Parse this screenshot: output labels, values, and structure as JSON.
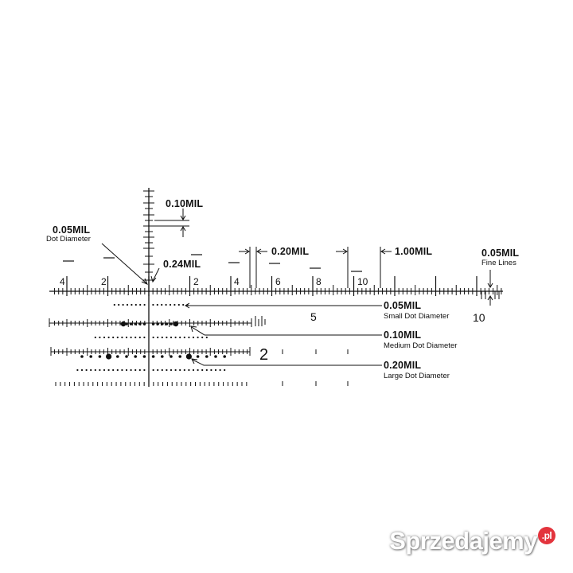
{
  "labels": {
    "vert_spacing": "0.10MIL",
    "dot_diameter_title": "0.05MIL",
    "dot_diameter_sub": "Dot Diameter",
    "post_width": "0.24MIL",
    "hash_spacing": "0.20MIL",
    "bracket_spacing": "1.00MIL",
    "fine_lines_title": "0.05MIL",
    "fine_lines_sub": "Fine Lines",
    "small_dot_title": "0.05MIL",
    "small_dot_sub": "Small Dot Diameter",
    "medium_dot_title": "0.10MIL",
    "medium_dot_sub": "Medium Dot Diameter",
    "large_dot_title": "0.20MIL",
    "large_dot_sub": "Large Dot Diameter"
  },
  "scale_numbers": {
    "left_4": "4",
    "left_2": "2",
    "right_2": "2",
    "right_4": "4",
    "right_6": "6",
    "right_8": "8",
    "right_10": "10"
  },
  "other_numbers": {
    "five": "5",
    "ten": "10",
    "two": "2"
  },
  "watermark": {
    "text": "Sprzedajemy",
    "suffix": ".pl"
  },
  "colors": {
    "ink": "#111111",
    "background": "#ffffff",
    "watermark_badge": "#e3343d"
  }
}
